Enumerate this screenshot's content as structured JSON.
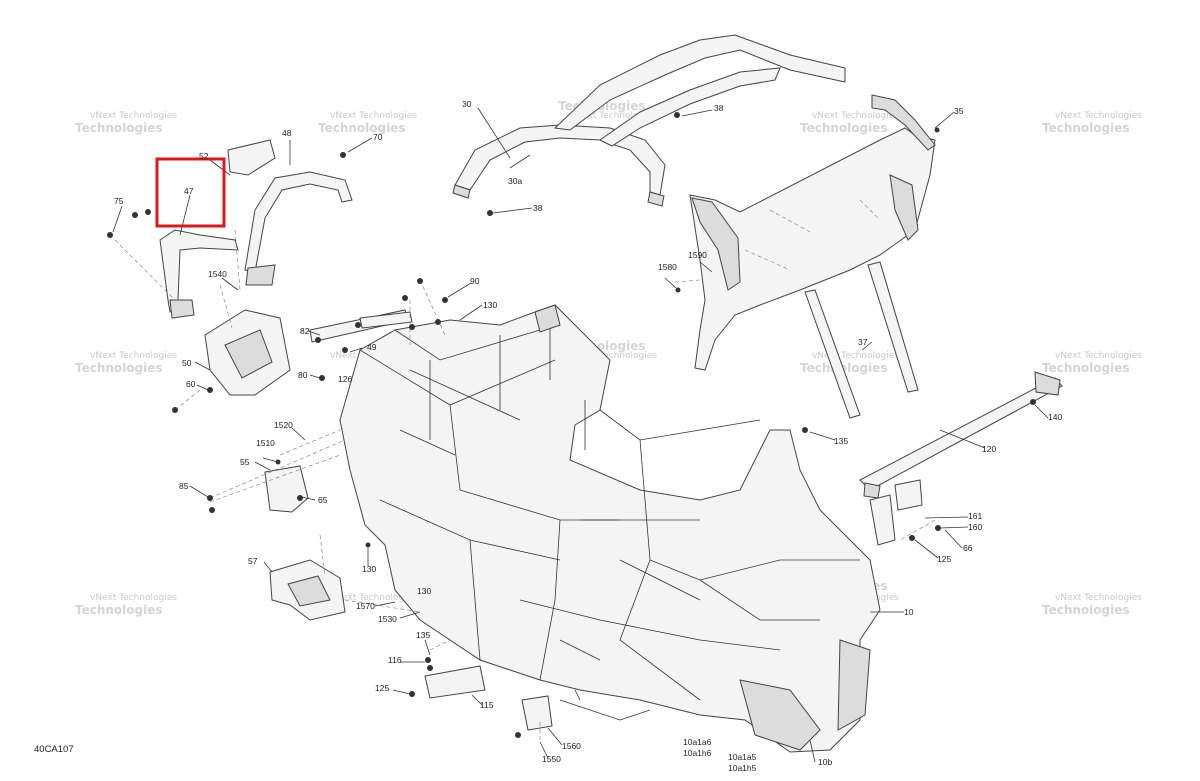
{
  "diagram": {
    "figure_code": "40CA107",
    "highlight_color": "#e0161b",
    "watermark": {
      "line1": "vNext Technologies",
      "line2": "Technologies"
    },
    "callouts": [
      "10",
      "10a1a5",
      "10a1a6",
      "10a1h5",
      "10a1h6",
      "10b",
      "30",
      "30a",
      "35",
      "37",
      "38",
      "38b",
      "47",
      "48",
      "49",
      "50",
      "52",
      "55",
      "57",
      "60",
      "65",
      "66",
      "70",
      "75",
      "80",
      "82",
      "85",
      "90",
      "115",
      "116",
      "120",
      "125",
      "125b",
      "126",
      "130",
      "130b",
      "130c",
      "135",
      "135b",
      "140",
      "160",
      "161",
      "1510",
      "1520",
      "1530",
      "1540",
      "1550",
      "1560",
      "1570",
      "1580",
      "1590"
    ],
    "labels": {
      "10": "10",
      "10a1a5": "10a1a5",
      "10a1a6": "10a1a6",
      "10a1h5": "10a1h5",
      "10a1h6": "10a1h6",
      "10b": "10b",
      "30": "30",
      "30a": "30a",
      "35": "35",
      "37": "37",
      "38": "38",
      "38b": "38",
      "47": "47",
      "48": "48",
      "49": "49",
      "50": "50",
      "52": "52",
      "55": "55",
      "57": "57",
      "60": "60",
      "65": "65",
      "66": "66",
      "70": "70",
      "75": "75",
      "80": "80",
      "82": "82",
      "85": "85",
      "90": "90",
      "115": "115",
      "116": "116",
      "120": "120",
      "125": "125",
      "125b": "125",
      "126": "126",
      "130": "130",
      "130b": "130",
      "130c": "130",
      "135": "135",
      "135b": "135",
      "140": "140",
      "160": "160",
      "161": "161",
      "1510": "1510",
      "1520": "1520",
      "1530": "1530",
      "1540": "1540",
      "1550": "1550",
      "1560": "1560",
      "1570": "1570",
      "1580": "1580",
      "1590": "1590"
    }
  }
}
